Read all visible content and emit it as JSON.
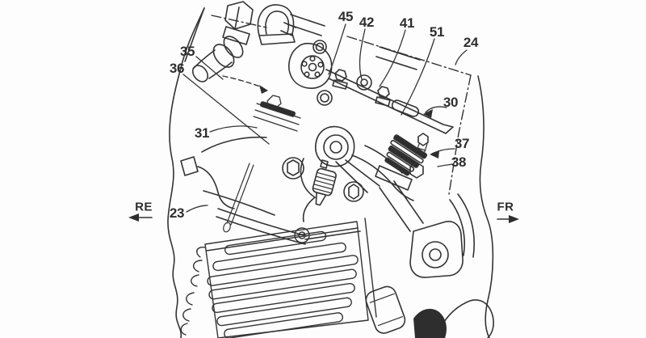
{
  "figure": {
    "kind": "patent line drawing",
    "subject": "motorcycle engine top-end assembly",
    "background_color": "#fdfdfd",
    "ink_color": "#2e2e2e"
  },
  "reference_labels": {
    "n35": "35",
    "n36": "36",
    "n31": "31",
    "n23": "23",
    "n45": "45",
    "n42": "42",
    "n41": "41",
    "n51": "51",
    "n24": "24",
    "n30": "30",
    "n37": "37",
    "n38": "38"
  },
  "direction_markers": {
    "rear": "RE",
    "front": "FR"
  },
  "icons": {
    "rear_arrow": "left-arrow",
    "front_arrow": "right-arrow",
    "pointer_arrows": "filled-triangle-arrowheads",
    "boundary_line": "dash-dot-phantom-line"
  }
}
